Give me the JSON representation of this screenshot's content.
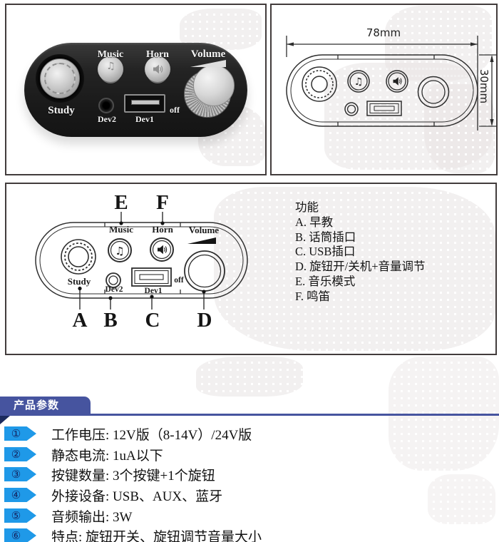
{
  "photo_panel": {
    "labels": {
      "music": "Music",
      "horn": "Horn",
      "volume": "Volume",
      "study": "Study",
      "dev2": "Dev2",
      "dev1": "Dev1",
      "off": "off"
    }
  },
  "drawing_panel": {
    "width_dim": "78mm",
    "height_dim": "30mm"
  },
  "diagram_panel": {
    "labels": {
      "music": "Music",
      "horn": "Horn",
      "volume": "Volume",
      "study": "Study",
      "dev2": "Dev2",
      "dev1": "Dev1",
      "off": "off"
    },
    "callouts": {
      "a": "A",
      "b": "B",
      "c": "C",
      "d": "D",
      "e": "E",
      "f": "F"
    },
    "functions_title": "功能",
    "functions": [
      "A. 早教",
      "B. 话筒插口",
      "C. USB插口",
      "D. 旋钮开/关机+音量调节",
      "E. 音乐模式",
      "F. 鸣笛"
    ]
  },
  "params": {
    "header": "产品参数",
    "items": [
      {
        "num": "①",
        "text": "工作电压: 12V版（8-14V）/24V版"
      },
      {
        "num": "②",
        "text": "静态电流: 1uA以下"
      },
      {
        "num": "③",
        "text": "按键数量: 3个按键+1个旋钮"
      },
      {
        "num": "④",
        "text": "外接设备: USB、AUX、蓝牙"
      },
      {
        "num": "⑤",
        "text": "音频输出: 3W"
      },
      {
        "num": "⑥",
        "text": "特点: 旋钮开关、旋钮调节音量大小"
      }
    ]
  },
  "icons": {
    "music_note": "♫"
  },
  "colors": {
    "accent_blue": "#1f99e8",
    "header_indigo": "#46549f",
    "fold_navy": "#1b2a5e",
    "number_navy": "#14235f"
  }
}
